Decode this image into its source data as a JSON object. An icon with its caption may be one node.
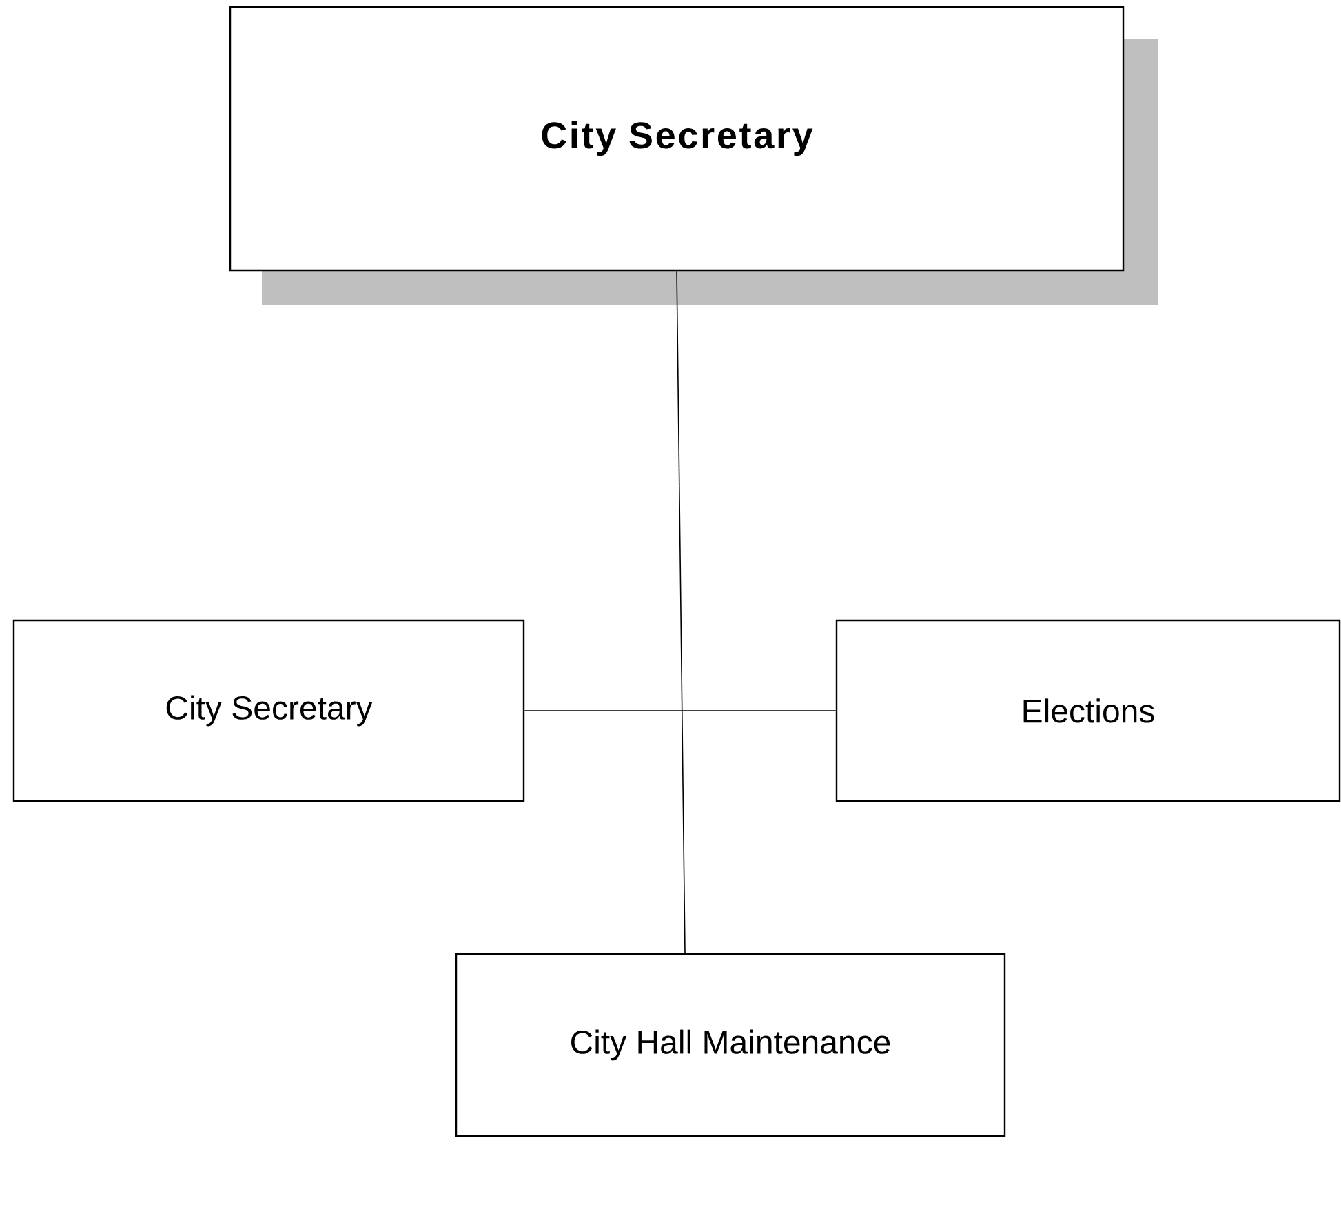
{
  "diagram": {
    "nodes": [
      {
        "text": [
          "City Secretary"
        ]
      },
      {
        "text": [
          "City Secretary"
        ]
      },
      {
        "text": [
          "Elections"
        ]
      },
      {
        "text": [
          "City Hall Maintenance"
        ]
      }
    ],
    "edges": [
      {
        "from": 0,
        "to": 3,
        "arrow": "none"
      },
      {
        "from": 1,
        "to": 2,
        "arrow": "none"
      }
    ]
  }
}
